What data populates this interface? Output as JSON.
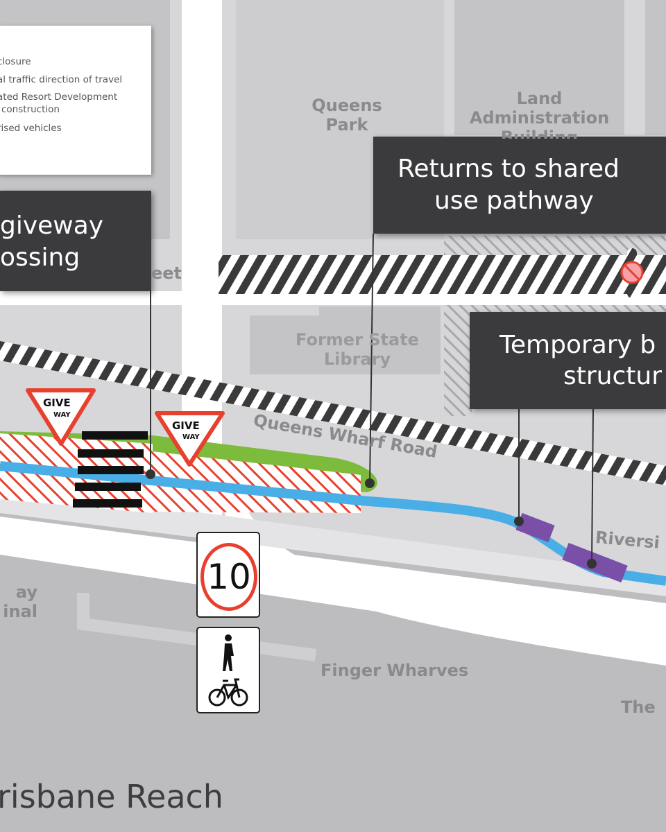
{
  "legend": {
    "items": [
      "closure",
      "al traffic direction of travel",
      "ated Resort Development",
      "construction",
      "rised vehicles"
    ]
  },
  "callouts": {
    "giveway": [
      "giveway",
      "ossing"
    ],
    "returns": [
      "Returns to shared",
      "use pathway"
    ],
    "temporary": [
      "Temporary b",
      "structur"
    ]
  },
  "places": {
    "queens_park": [
      "Queens",
      "Park"
    ],
    "land_admin": [
      "Land",
      "Administration",
      "Building"
    ],
    "street": "eet",
    "former_library": [
      "Former State",
      "Library"
    ],
    "queens_wharf_road": "Queens Wharf Road",
    "riverside": "Riversi",
    "terminal": [
      "ay",
      "inal"
    ],
    "finger_wharves": "Finger Wharves",
    "the": "The",
    "brisbane_reach": "risbane Reach"
  },
  "signs": {
    "give_way": [
      "GIVE",
      "WAY"
    ],
    "speed_limit": "10"
  },
  "colors": {
    "callout": "#3b3b3d",
    "shared_path": "#4aaee6",
    "temporary_structure": "#7a4fa8",
    "green_zone": "#7dbb3c",
    "closure_hatch": "#e8402f"
  }
}
